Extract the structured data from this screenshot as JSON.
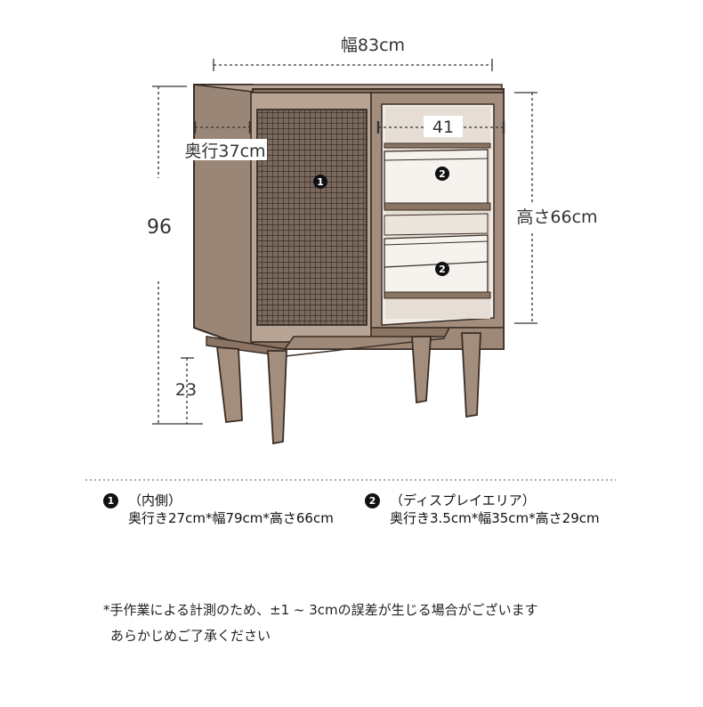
{
  "dimensions": {
    "width": "幅83cm",
    "depth": "奥行37cm",
    "inner_width": "41",
    "total_height": "96",
    "leg_height": "23",
    "cabinet_height": "高さ66cm"
  },
  "markers": {
    "one": "1",
    "two": "2"
  },
  "legend": [
    {
      "number": "1",
      "title": "（内側）",
      "detail": "奥行き27cm*幅79cm*高さ66cm"
    },
    {
      "number": "2",
      "title": "（ディスプレイエリア）",
      "detail": "奥行き3.5cm*幅35cm*高さ29cm"
    }
  ],
  "notes": {
    "line1": "*手作業による計測のため、±1 ~ 3cmの誤差が生じる場合がございます",
    "line2": "あらかじめご了承ください"
  }
}
